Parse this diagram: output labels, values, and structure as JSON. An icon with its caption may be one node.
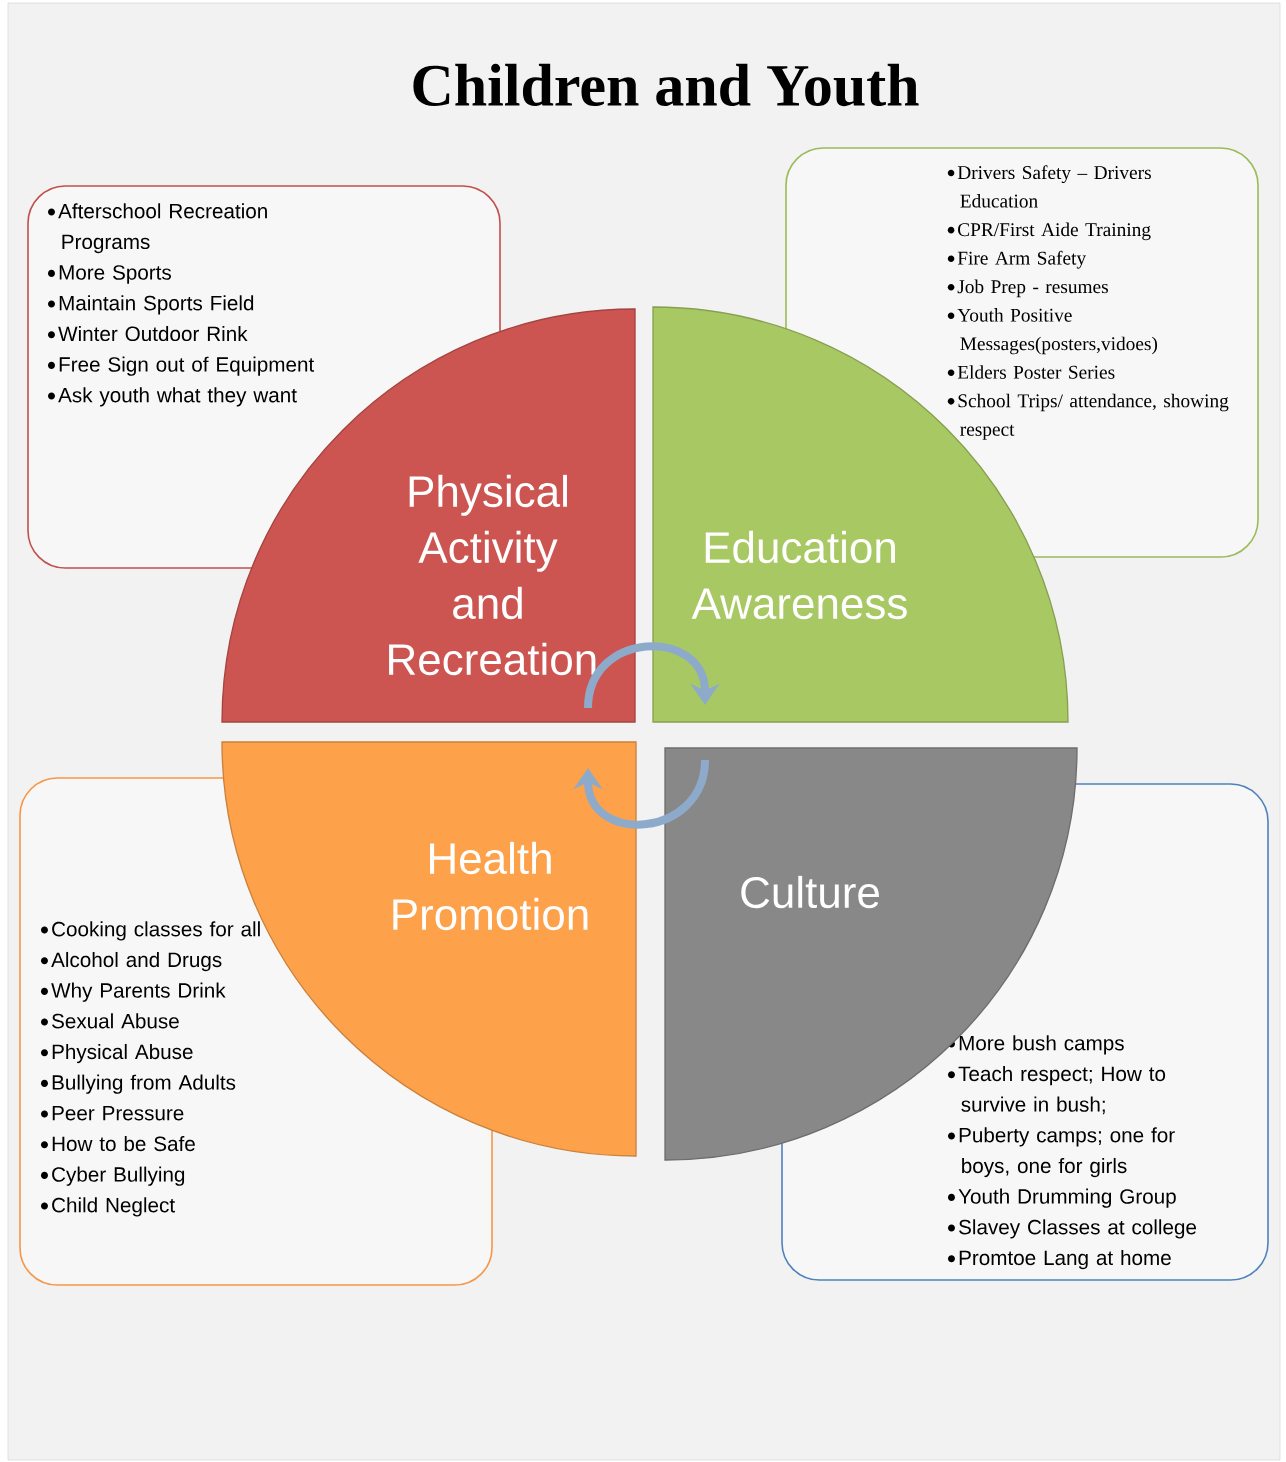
{
  "diagram": {
    "title": "Children and Youth",
    "nodes": [
      {
        "text": [
          "Physical Activity and Recreation"
        ]
      },
      {
        "text": [
          "Education Awareness"
        ]
      },
      {
        "text": [
          "Health Promotion"
        ]
      },
      {
        "text": [
          "Culture"
        ]
      },
      {
        "text": [
          "Afterschool Recreation Programs",
          "More Sports",
          "Maintain Sports Field",
          "Winter Outdoor Rink",
          "Free Sign out of Equipment",
          "Ask youth what they want"
        ]
      },
      {
        "text": [
          "Drivers Safety – Drivers Education",
          "CPR/First Aide Training",
          "Fire Arm Safety",
          "Job Prep - resumes",
          "Youth Positive Messages(posters,vidoes)",
          "Elders Poster Series",
          "School Trips/ attendance, showing respect"
        ]
      },
      {
        "text": [
          "Cooking classes for all",
          "Alcohol and Drugs",
          "Why Parents Drink",
          "Sexual Abuse",
          "Physical Abuse",
          "Bullying from Adults",
          "Peer Pressure",
          "How to be Safe",
          "Cyber Bullying",
          "Child Neglect"
        ]
      },
      {
        "text": [
          "More bush camps",
          "Teach  respect; How to survive in bush;",
          "Puberty camps; one for boys, one for girls",
          "Youth Drumming Group",
          "Slavey Classes at college",
          "Promtoe Lang at home"
        ]
      }
    ],
    "edges": [
      {
        "from": 0,
        "to": 1,
        "arrow": "to"
      },
      {
        "from": 3,
        "to": 2,
        "arrow": "to"
      }
    ]
  }
}
